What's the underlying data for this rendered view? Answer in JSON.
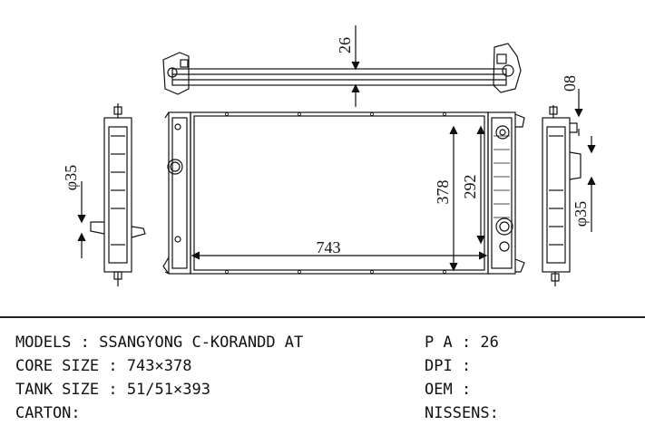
{
  "dimensions": {
    "top_bar": "26",
    "pipe_dia": "08",
    "inlet_left": "φ35",
    "inlet_right": "φ35",
    "height_overall": "378",
    "height_core": "292",
    "width": "743"
  },
  "specs": {
    "models": "MODELS : SSANGYONG C-KORANDD AT",
    "core_size": "CORE SIZE : 743×378",
    "tank_size": "TANK SIZE : 51/51×393",
    "carton": "CARTON:",
    "pa": "P A : 26",
    "dpi": "DPI :",
    "oem": "OEM :",
    "nissens": "NISSENS:"
  },
  "colors": {
    "line": "#111111",
    "background": "#ffffff"
  }
}
